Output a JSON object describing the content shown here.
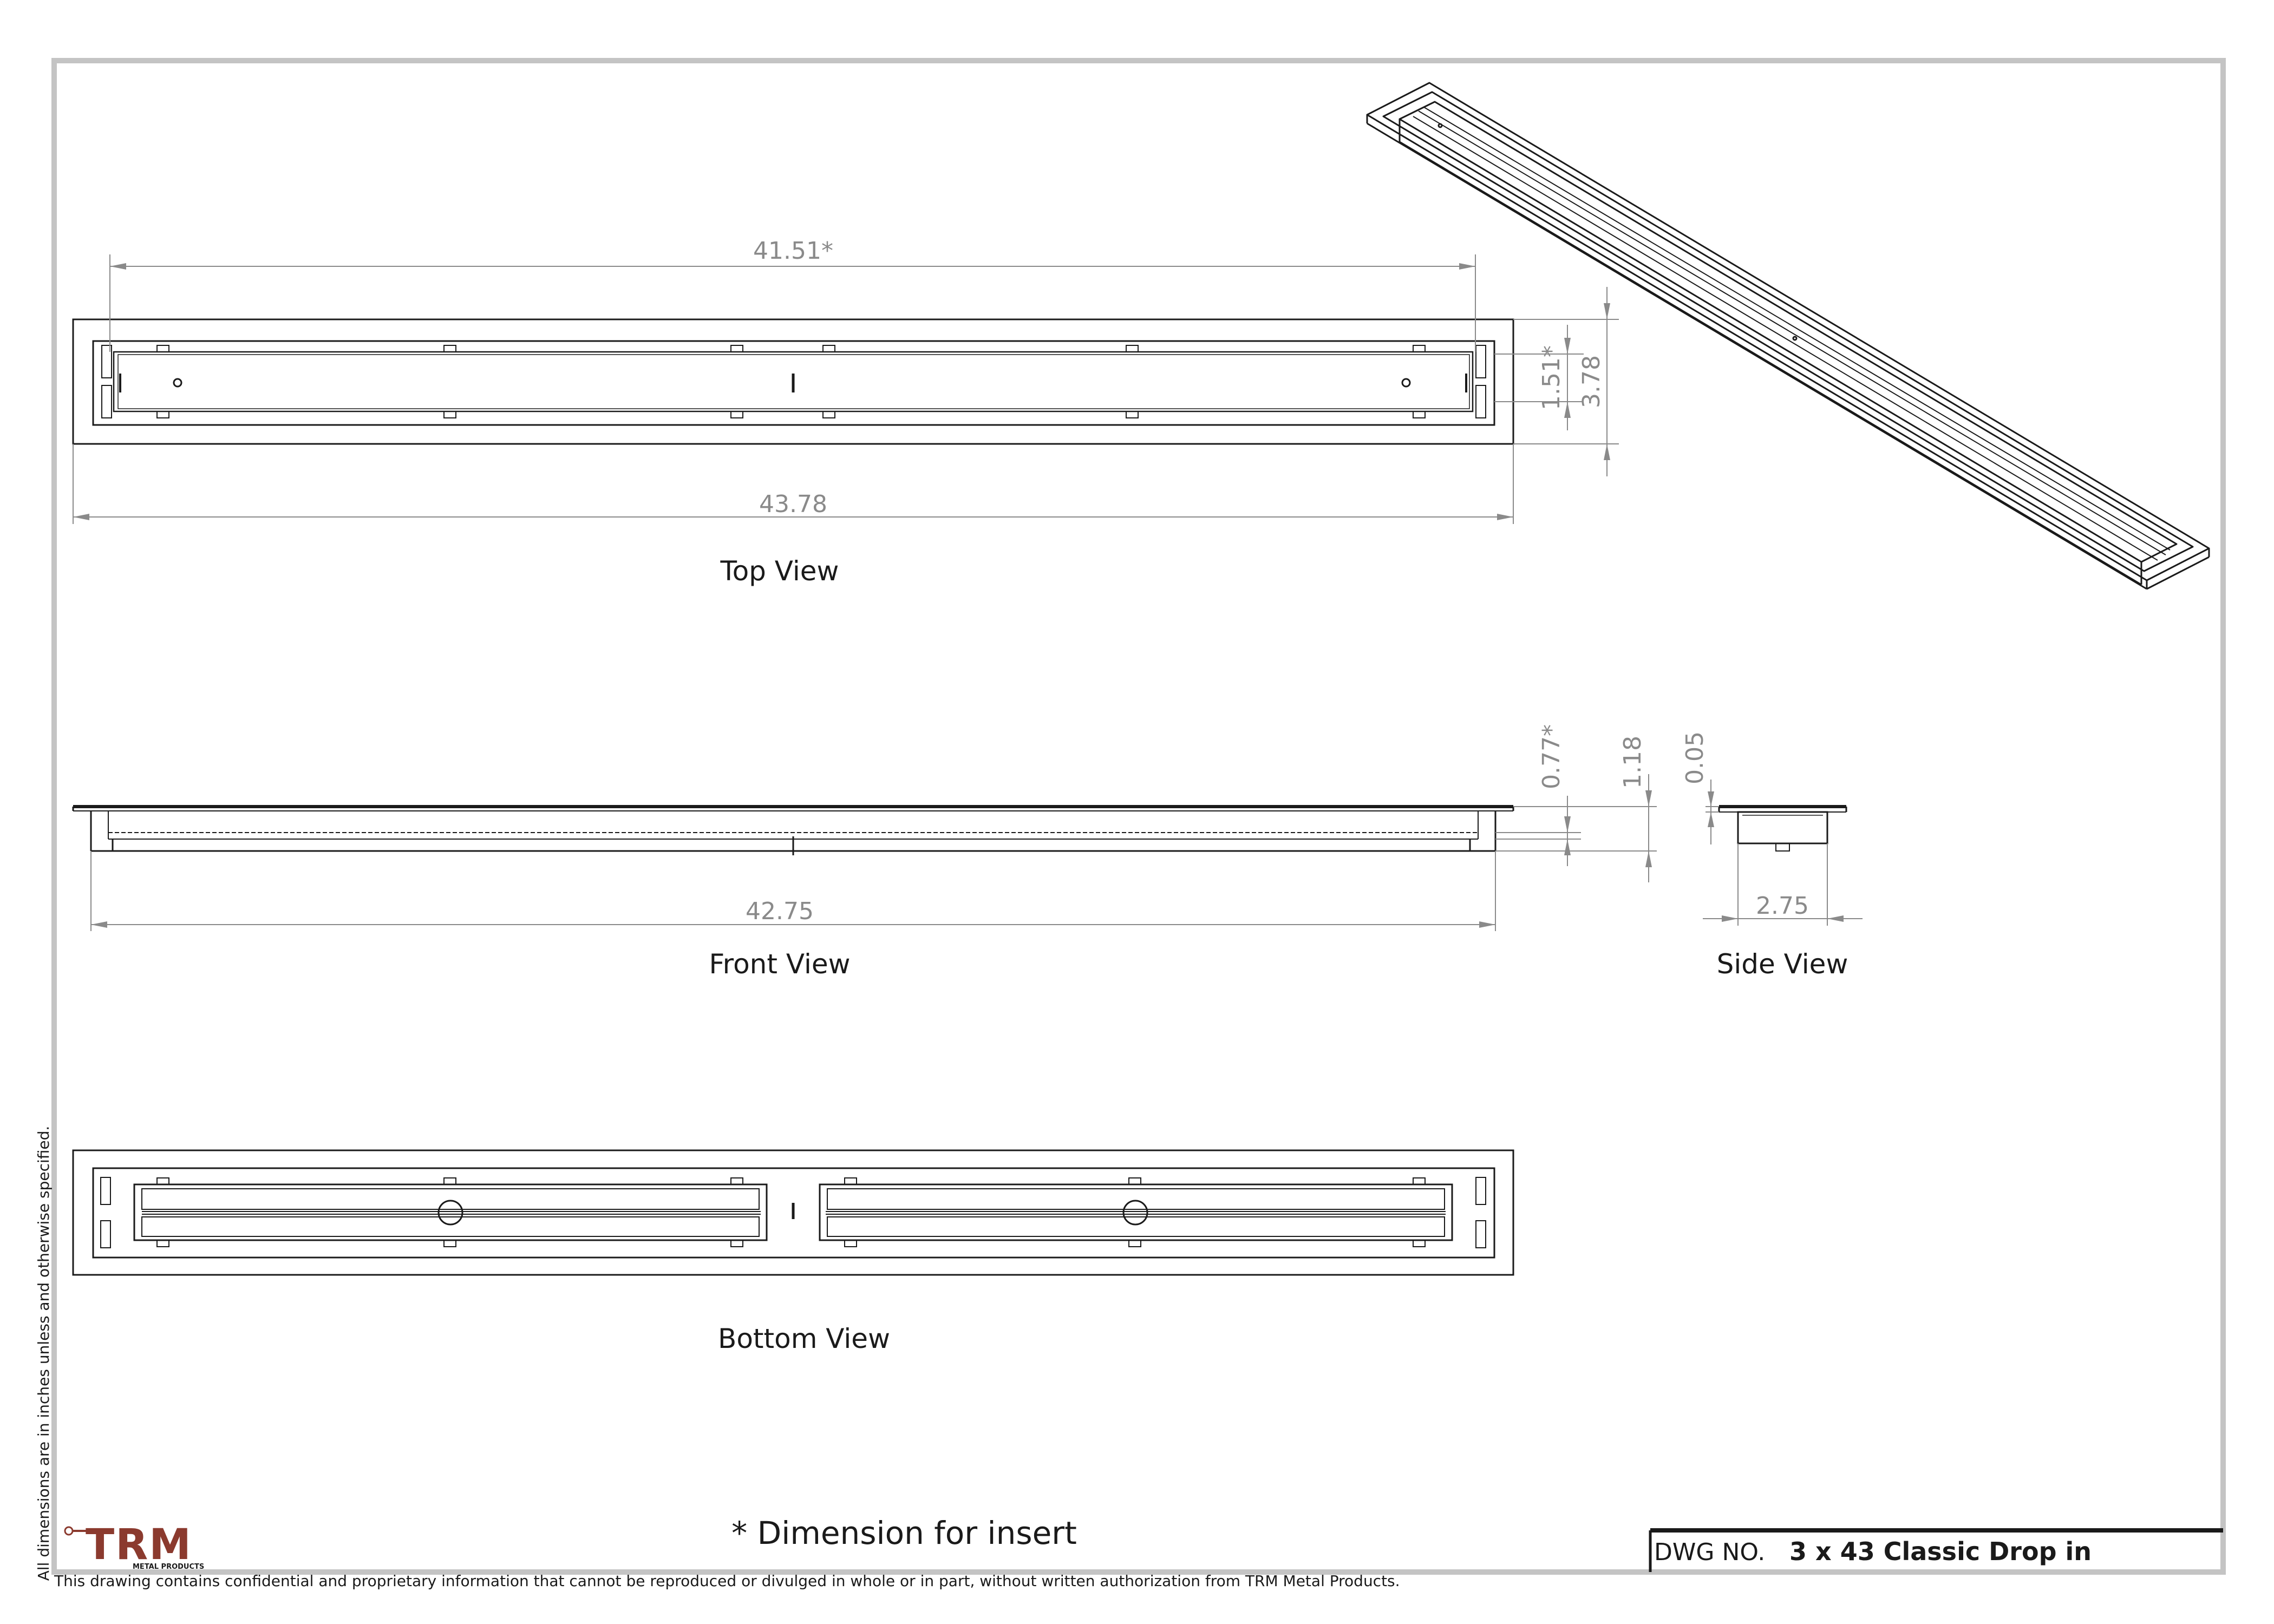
{
  "drawing": {
    "views": {
      "top": {
        "label": "Top View",
        "dims": {
          "overall_length": "43.78",
          "insert_length": "41.51*",
          "insert_width": "1.51*",
          "overall_width": "3.78"
        }
      },
      "front": {
        "label": "Front View",
        "dims": {
          "length": "42.75",
          "insert_depth": "0.77*",
          "overall_height": "1.18"
        }
      },
      "side": {
        "label": "Side View",
        "dims": {
          "flange": "0.05",
          "width": "2.75"
        }
      },
      "bottom": {
        "label": "Bottom View"
      }
    },
    "insert_note": "* Dimension for insert",
    "units_note": "All dimensions are in inches unless and otherwise specified.",
    "confidentiality": "This drawing contains confidential and proprietary information that cannot be reproduced or divulged in whole or in part, without written authorization from TRM Metal Products.",
    "logo": {
      "text": "TRM",
      "subtext": "METAL PRODUCTS",
      "color": "#8b3a2e"
    },
    "title_block": {
      "dwg_label": "DWG NO.",
      "dwg_value": "3 x 43 Classic Drop in"
    }
  }
}
